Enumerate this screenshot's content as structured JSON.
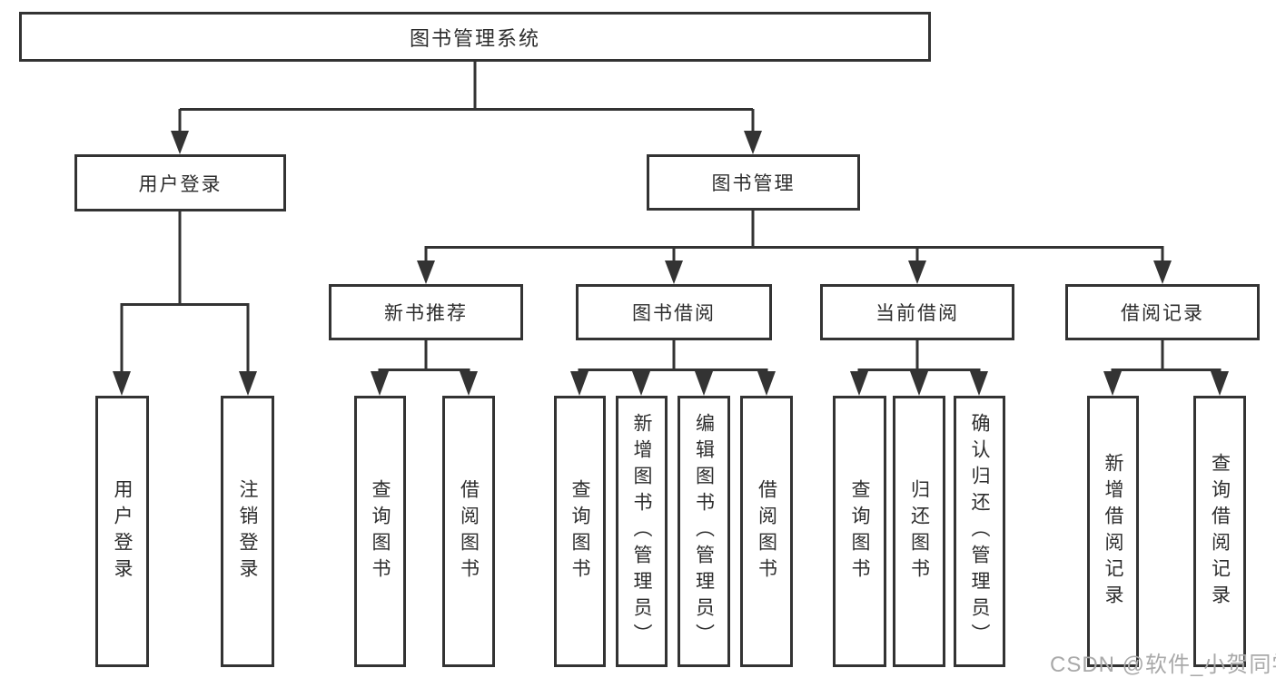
{
  "tree": {
    "root": {
      "label": "图书管理系统"
    },
    "branches": [
      {
        "label": "用户登录",
        "children": [
          {
            "label": "用户登录"
          },
          {
            "label": "注销登录"
          }
        ]
      },
      {
        "label": "图书管理",
        "children": [
          {
            "label": "新书推荐",
            "children": [
              {
                "label": "查询图书"
              },
              {
                "label": "借阅图书"
              }
            ]
          },
          {
            "label": "图书借阅",
            "children": [
              {
                "label": "查询图书"
              },
              {
                "label": "新增图书（管理员）"
              },
              {
                "label": "编辑图书（管理员）"
              },
              {
                "label": "借阅图书"
              }
            ]
          },
          {
            "label": "当前借阅",
            "children": [
              {
                "label": "查询图书"
              },
              {
                "label": "归还图书"
              },
              {
                "label": "确认归还（管理员）"
              }
            ]
          },
          {
            "label": "借阅记录",
            "children": [
              {
                "label": "新增借阅记录"
              },
              {
                "label": "查询借阅记录"
              }
            ]
          }
        ]
      }
    ]
  },
  "watermark": {
    "text": "CSDN @软件_小贺同学"
  },
  "colors": {
    "line": "#333333",
    "text": "#2d2d2d",
    "background": "#ffffff",
    "watermark": "#a9a9a9"
  }
}
